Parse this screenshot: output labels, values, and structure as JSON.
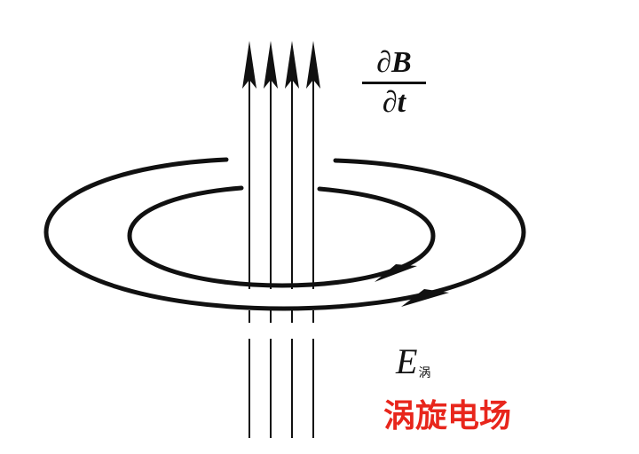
{
  "derivative": {
    "numerator": "∂B",
    "denominator": "∂t"
  },
  "field_label": {
    "symbol": "E",
    "subscript": "涡"
  },
  "caption": {
    "text": "涡旋电场"
  },
  "colors": {
    "ink": "#111111",
    "caption": "#e8261c",
    "background": "#ffffff"
  },
  "magnetic_field_lines": {
    "count": 4,
    "direction": "up"
  },
  "electric_field_loops": {
    "count": 2,
    "direction": "clockwise-when-viewed-from-above"
  }
}
